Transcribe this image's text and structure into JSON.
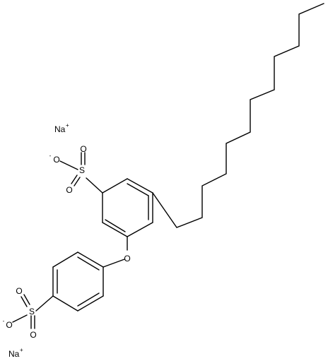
{
  "molecule": {
    "atoms": {
      "o_ether": "O",
      "s1": "S",
      "s1_o1": "O",
      "s1_o2": "O",
      "s1_o3": "O",
      "s2": "S",
      "s2_o1": "O",
      "s2_o2": "O",
      "s2_o3": "O"
    },
    "charges": {
      "s1_o3": "-",
      "s2_o3": "-",
      "na1": "+",
      "na2": "+"
    },
    "counterions": {
      "na1": "Na",
      "na2": "Na"
    }
  }
}
